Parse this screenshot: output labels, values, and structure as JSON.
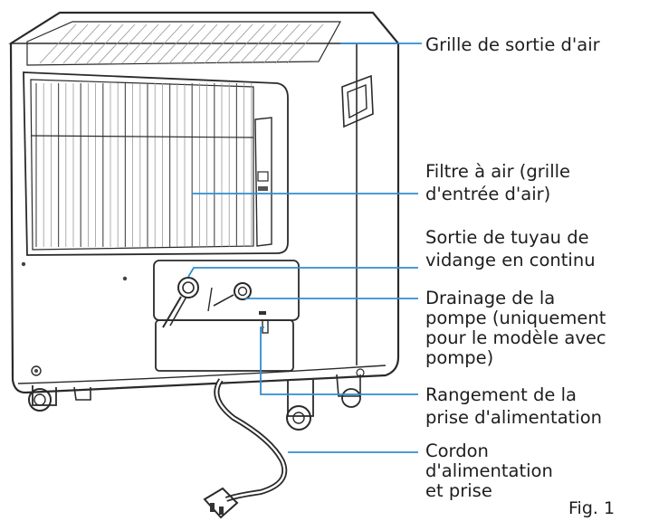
{
  "labels": {
    "air_outlet_grille": [
      "Grille de sortie d'air"
    ],
    "air_filter": [
      "Filtre à air (grille",
      "d'entrée d'air)"
    ],
    "continuous_drain_outlet": [
      "Sortie de tuyau de",
      "vidange en continu"
    ],
    "pump_drainage": [
      "Drainage de la",
      "pompe (uniquement",
      "pour le modèle avec",
      "pompe)"
    ],
    "plug_storage": [
      "Rangement de la",
      "prise d'alimentation"
    ],
    "power_cord": [
      "Cordon",
      "d'alimentation",
      "et prise"
    ]
  },
  "figure_label": "Fig. 1",
  "colors": {
    "leader_line": "#2f8fd0",
    "outline": "#2a2a2a",
    "background": "#ffffff"
  }
}
